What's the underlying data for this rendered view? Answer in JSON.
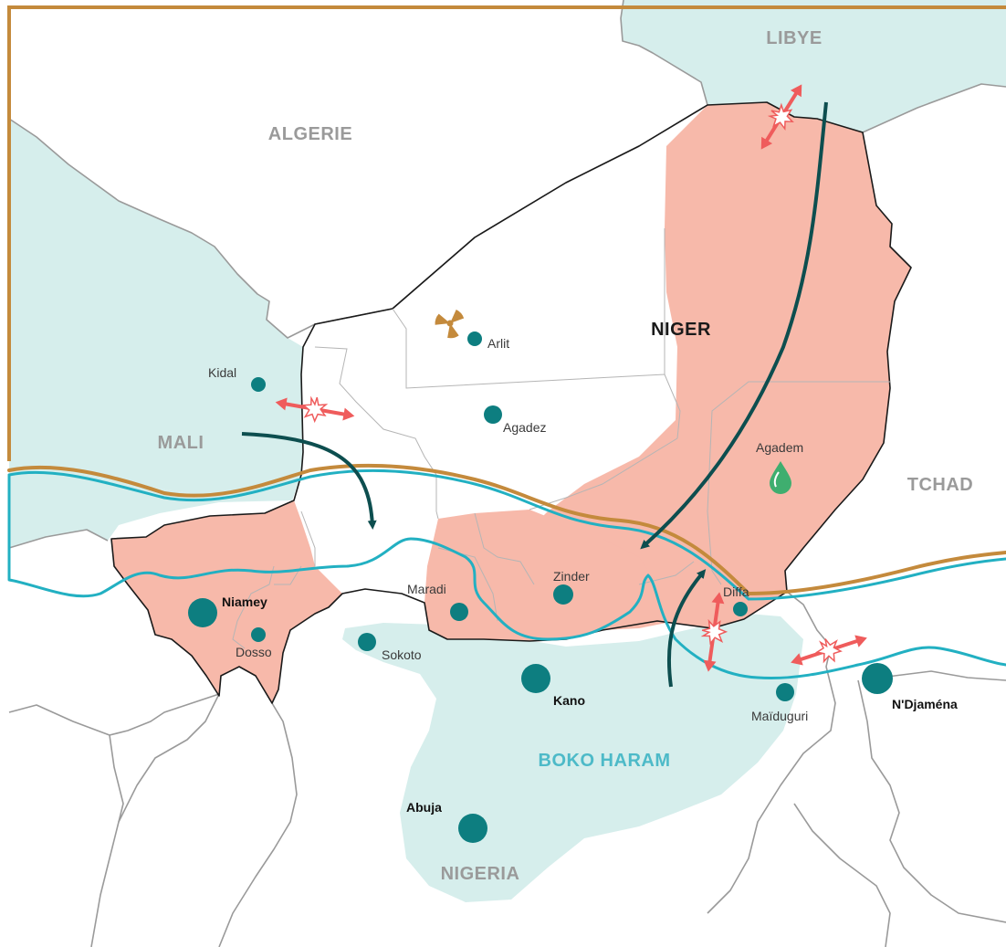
{
  "colors": {
    "zone_pink": "#f7b9aa",
    "zone_teal": "#d6eeec",
    "city_teal": "#0d7e80",
    "arrow_dark": "#0d4e4f",
    "line_cyan": "#22b0c2",
    "line_bronze": "#c48a3c",
    "conflict_red": "#ef5c5c",
    "icon_bronze": "#c48a3c",
    "oil_green": "#3fae6f"
  },
  "countries": {
    "libye": "LIBYE",
    "algerie": "ALGERIE",
    "niger": "NIGER",
    "mali": "MALI",
    "tchad": "TCHAD",
    "nigeria": "NIGERIA"
  },
  "zones": {
    "boko_haram": "BOKO HARAM"
  },
  "cities": {
    "arlit": "Arlit",
    "kidal": "Kidal",
    "agadez": "Agadez",
    "agadem": "Agadem",
    "niamey": "Niamey",
    "dosso": "Dosso",
    "maradi": "Maradi",
    "zinder": "Zinder",
    "diffa": "Diffa",
    "sokoto": "Sokoto",
    "kano": "Kano",
    "maiduguri": "Maïduguri",
    "ndjamena": "N'Djaména",
    "abuja": "Abuja"
  },
  "icons": {
    "uranium": "radiation-icon",
    "oil": "oil-drop-icon",
    "conflict": "conflict-burst-icon"
  }
}
